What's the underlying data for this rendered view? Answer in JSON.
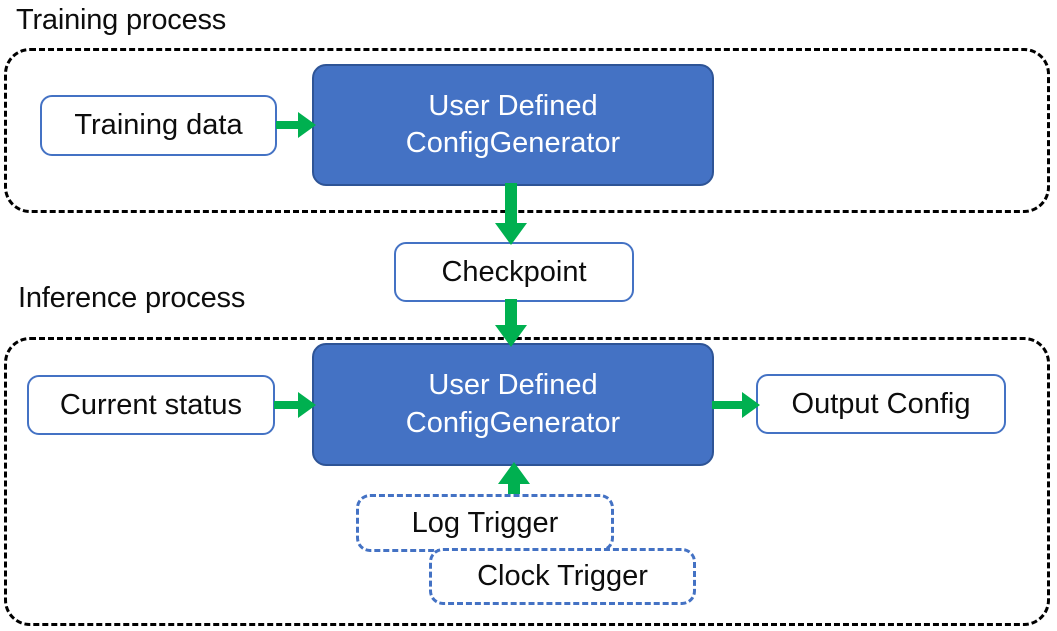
{
  "diagram": {
    "title_training": "Training process",
    "title_inference": "Inference process",
    "colors": {
      "process_fill": "#4472C4",
      "process_border": "#2E5496",
      "node_border": "#4472C4",
      "arrow_green": "#00B050",
      "container_dash": "#000000",
      "trigger_dash": "#4472C4",
      "text_dark": "#0D0D0D",
      "text_light": "#FFFFFF",
      "background": "#FFFFFF"
    }
  },
  "training_process": {
    "label": "Training process",
    "nodes": {
      "training_data": "Training data",
      "config_generator": "User Defined\nConfigGenerator"
    }
  },
  "shared": {
    "checkpoint": "Checkpoint"
  },
  "inference_process": {
    "label": "Inference process",
    "nodes": {
      "current_status": "Current status",
      "config_generator": "User Defined\nConfigGenerator",
      "output_config": "Output Config",
      "log_trigger": "Log Trigger",
      "clock_trigger": "Clock Trigger"
    }
  },
  "edges": [
    {
      "name": "training-data-to-config-generator",
      "from": "Training data",
      "to": "User Defined ConfigGenerator",
      "direction": "right"
    },
    {
      "name": "config-generator-to-checkpoint",
      "from": "User Defined ConfigGenerator",
      "to": "Checkpoint",
      "direction": "down"
    },
    {
      "name": "checkpoint-to-config-generator",
      "from": "Checkpoint",
      "to": "User Defined ConfigGenerator",
      "direction": "down"
    },
    {
      "name": "current-status-to-config-generator",
      "from": "Current status",
      "to": "User Defined ConfigGenerator",
      "direction": "right"
    },
    {
      "name": "config-generator-to-output-config",
      "from": "User Defined ConfigGenerator",
      "to": "Output Config",
      "direction": "right"
    },
    {
      "name": "triggers-to-config-generator",
      "from": "Log Trigger / Clock Trigger",
      "to": "User Defined ConfigGenerator",
      "direction": "up"
    }
  ]
}
